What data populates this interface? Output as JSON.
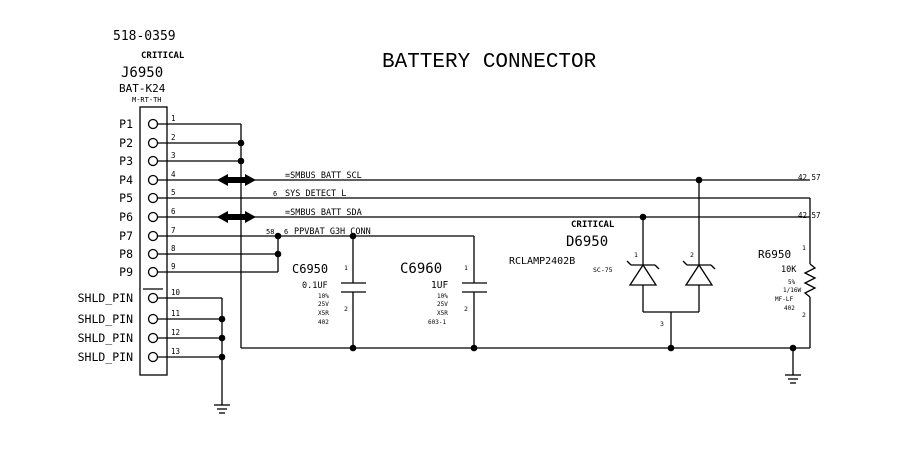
{
  "title": "BATTERY CONNECTOR",
  "connector": {
    "part_number": "518-0359",
    "critical": "CRITICAL",
    "refdes": "J6950",
    "value": "BAT-K24",
    "footprint": "M-RT-TH",
    "pins": [
      {
        "name": "P1",
        "num": "1"
      },
      {
        "name": "P2",
        "num": "2"
      },
      {
        "name": "P3",
        "num": "3"
      },
      {
        "name": "P4",
        "num": "4"
      },
      {
        "name": "P5",
        "num": "5"
      },
      {
        "name": "P6",
        "num": "6"
      },
      {
        "name": "P7",
        "num": "7"
      },
      {
        "name": "P8",
        "num": "8"
      },
      {
        "name": "P9",
        "num": "9"
      },
      {
        "name": "SHLD_PIN",
        "num": "10"
      },
      {
        "name": "SHLD_PIN",
        "num": "11"
      },
      {
        "name": "SHLD_PIN",
        "num": "12"
      },
      {
        "name": "SHLD_PIN",
        "num": "13"
      }
    ]
  },
  "nets": {
    "scl": {
      "label": "=SMBUS_BATT_SCL",
      "ref": "42 57"
    },
    "detect": {
      "prefix": "6",
      "label": "SYS_DETECT_L"
    },
    "sda": {
      "label": "=SMBUS_BATT_SDA",
      "ref": "42 57"
    },
    "ppvbat": {
      "left_ref": "58",
      "prefix": "6",
      "label": "PPVBAT_G3H_CONN"
    }
  },
  "c6950": {
    "refdes": "C6950",
    "value": "0.1UF",
    "tol": "10%",
    "volt": "25V",
    "diel": "X5R",
    "pkg": "402",
    "pin1": "1",
    "pin2": "2"
  },
  "c6960": {
    "refdes": "C6960",
    "value": "1UF",
    "tol": "10%",
    "volt": "25V",
    "diel": "X5R",
    "pkg": "603-1",
    "pin1": "1",
    "pin2": "2"
  },
  "d6950": {
    "critical": "CRITICAL",
    "refdes": "D6950",
    "value": "RCLAMP2402B",
    "pkg": "SC-75",
    "pin1": "1",
    "pin2": "2",
    "pin3": "3"
  },
  "r6950": {
    "refdes": "R6950",
    "value": "10K",
    "tol": "5%",
    "power": "1/16W",
    "type": "MF-LF",
    "pkg": "402",
    "pin1": "1",
    "pin2": "2"
  }
}
